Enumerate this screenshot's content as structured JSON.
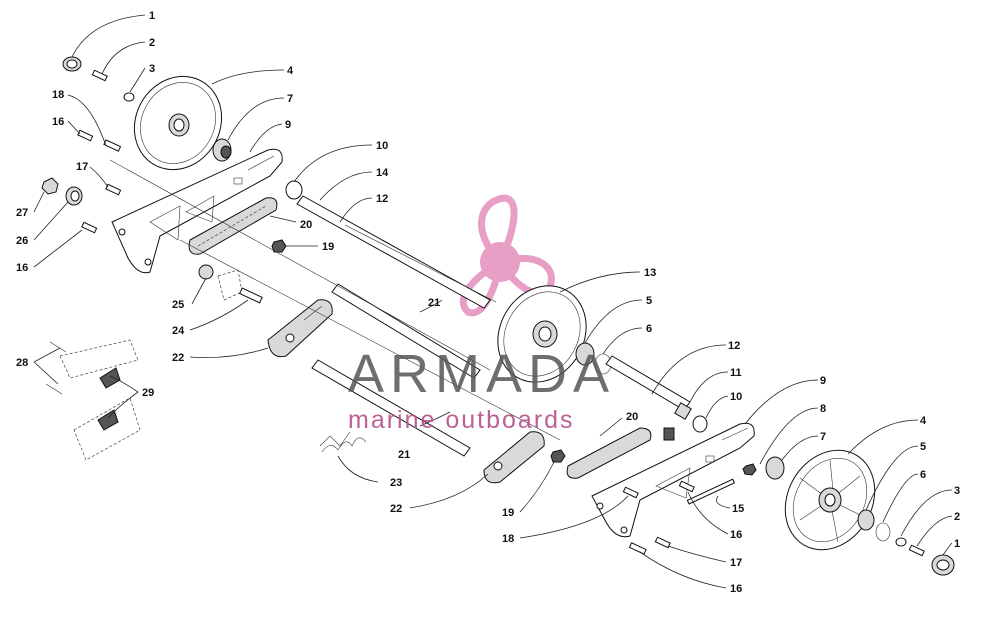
{
  "watermark": {
    "title": "ARMADA",
    "subtitle": "marine outboards",
    "logo_color": "#e07fb4",
    "text_color": "#555555"
  },
  "callouts": {
    "c1a": "1",
    "c2a": "2",
    "c3a": "3",
    "c4a": "4",
    "c7a": "7",
    "c9a": "9",
    "c18a": "18",
    "c16a": "16",
    "c17a": "17",
    "c27": "27",
    "c26": "26",
    "c16b": "16",
    "c10a": "10",
    "c14": "14",
    "c12a": "12",
    "c20a": "20",
    "c19a": "19",
    "c13": "13",
    "c5a": "5",
    "c6a": "6",
    "c21a": "21",
    "c25": "25",
    "c24": "24",
    "c22a": "22",
    "c28": "28",
    "c29": "29",
    "c12b": "12",
    "c11": "11",
    "c10b": "10",
    "c9b": "9",
    "c8": "8",
    "c7b": "7",
    "c4b": "4",
    "c5b": "5",
    "c6b": "6",
    "c3b": "3",
    "c2b": "2",
    "c1b": "1",
    "c20b": "20",
    "c21b": "21",
    "c23": "23",
    "c22b": "22",
    "c19b": "19",
    "c18b": "18",
    "c15": "15",
    "c16c": "16",
    "c17b": "17",
    "c16d": "16"
  }
}
